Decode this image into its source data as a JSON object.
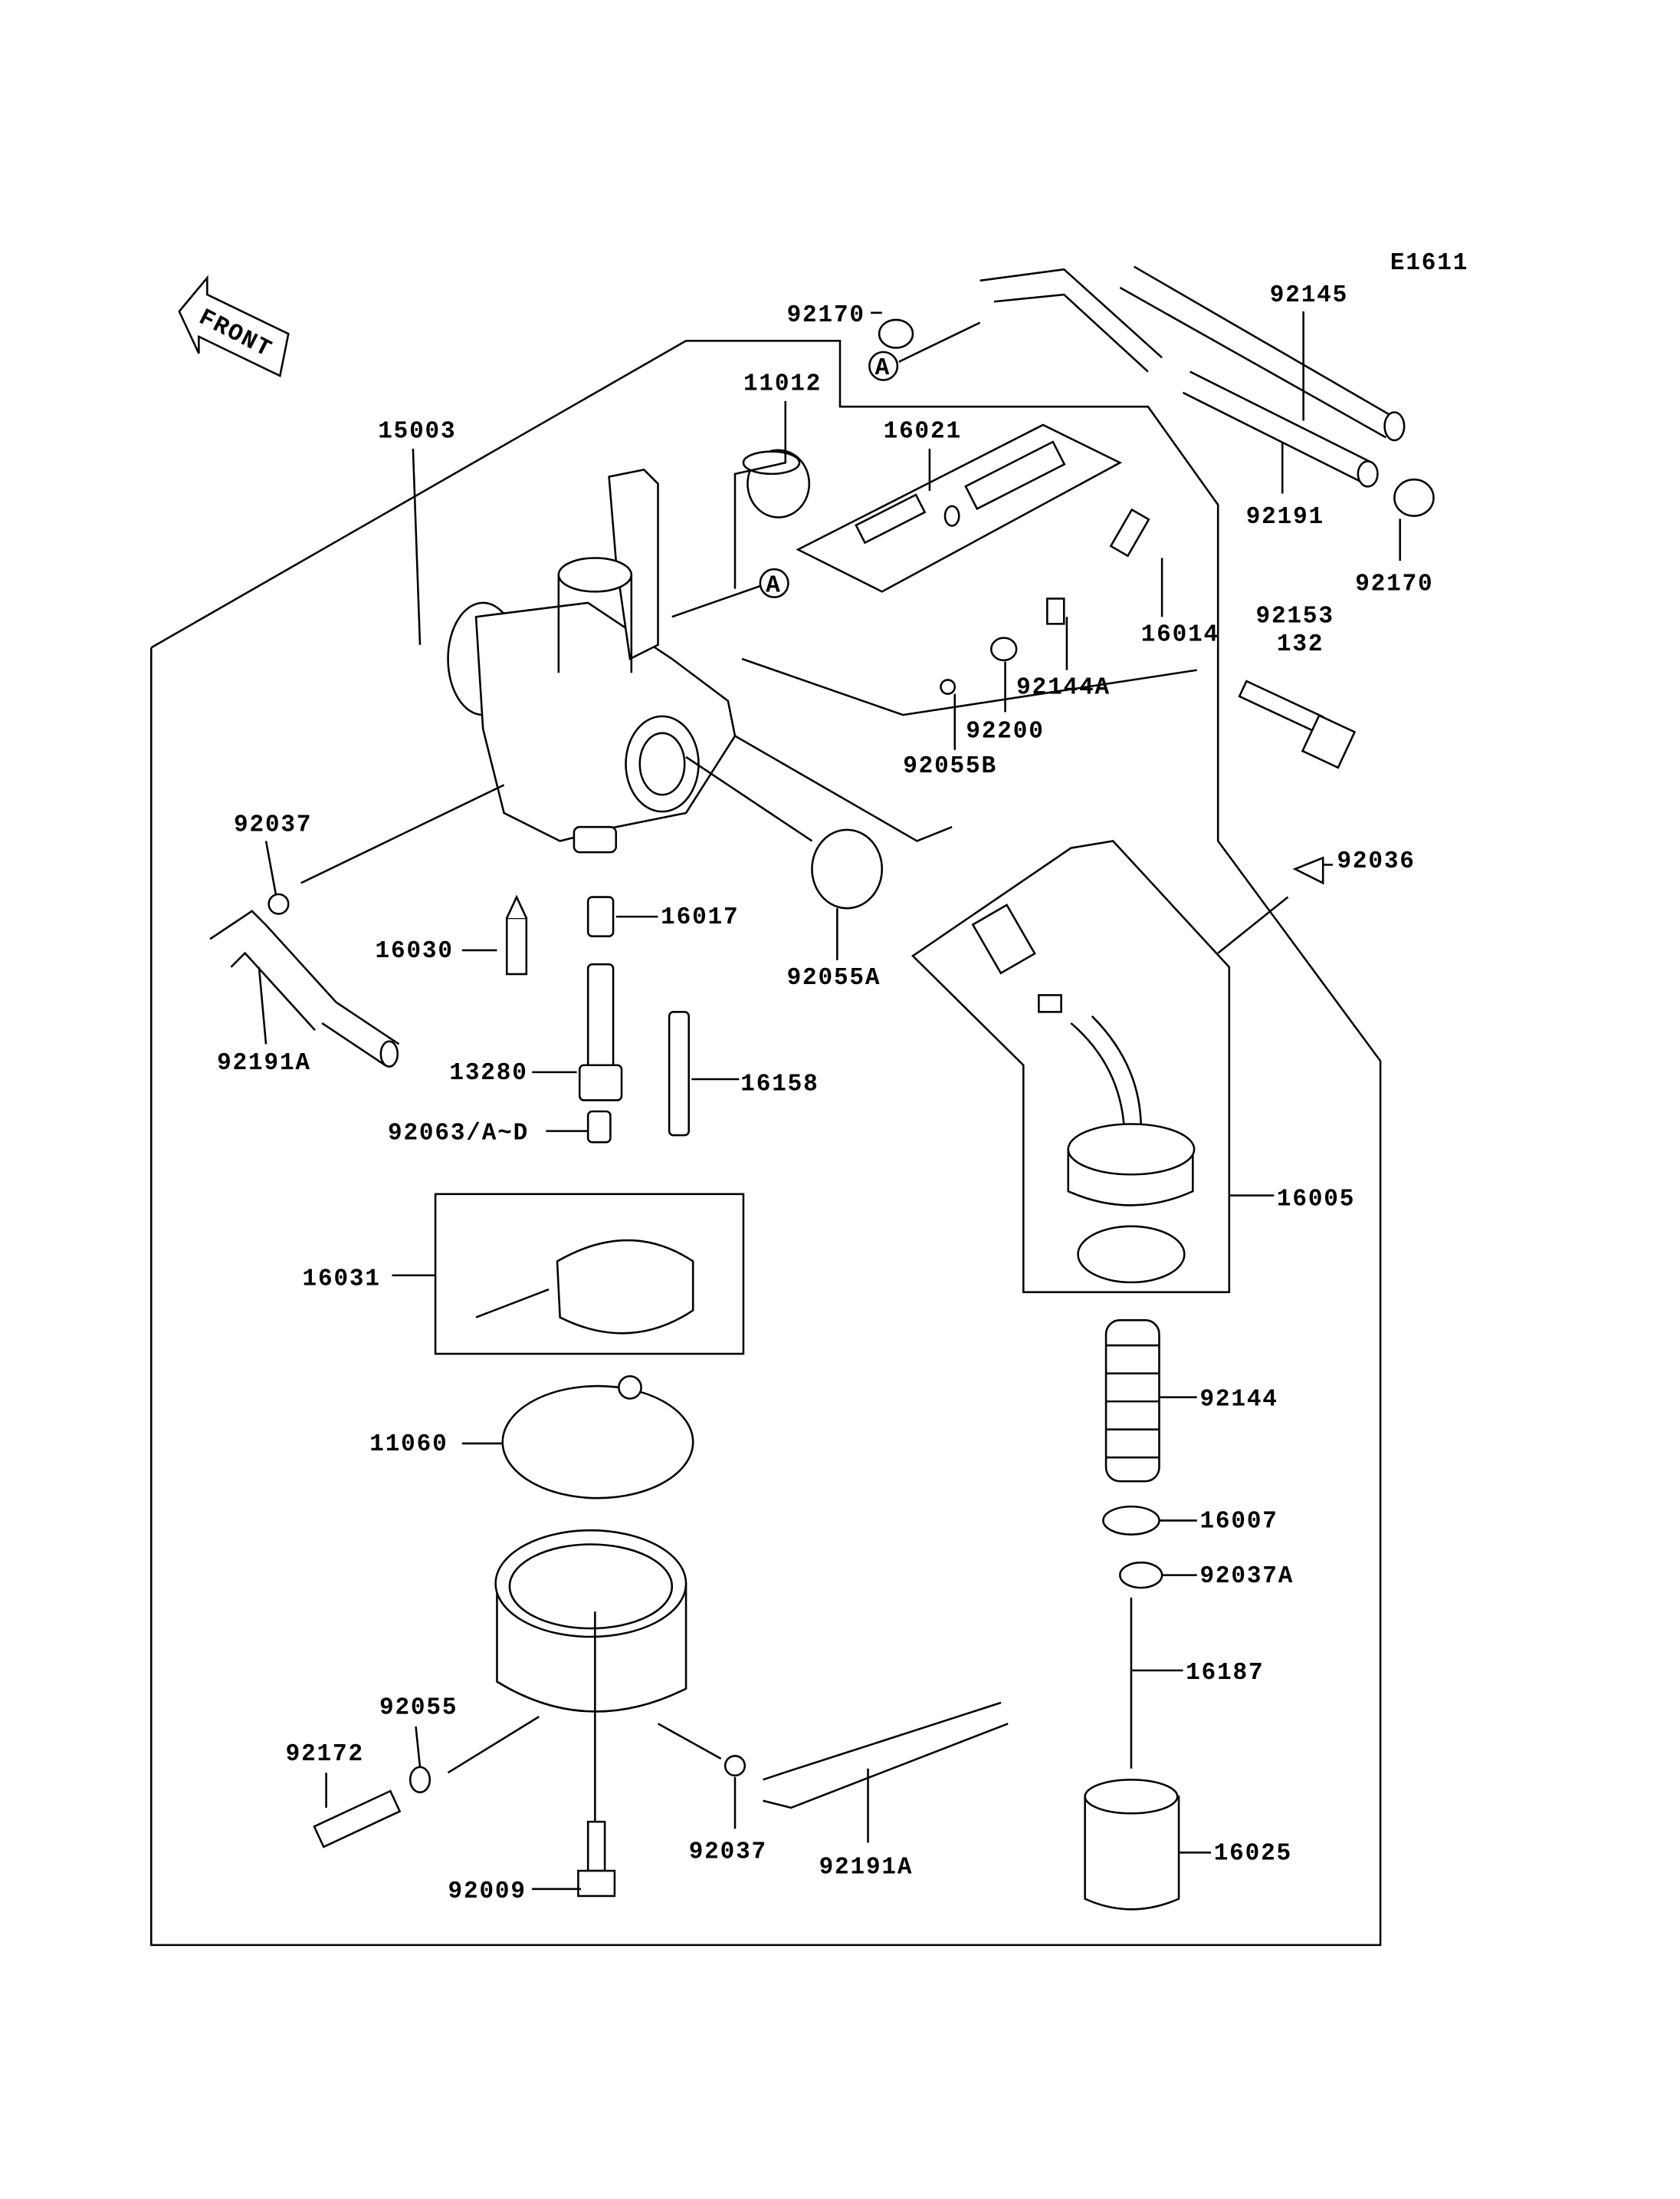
{
  "diagram": {
    "code": "E1611",
    "front_label": "FRONT",
    "ref_marker": "A",
    "parts": {
      "p92145": "92145",
      "p92170_top": "92170",
      "p11012": "11012",
      "p15003": "15003",
      "p16021": "16021",
      "p92191": "92191",
      "p92170_right": "92170",
      "p16014": "16014",
      "p92153": "92153",
      "p132": "132",
      "p92144A": "92144A",
      "p92200": "92200",
      "p92055B": "92055B",
      "p92036": "92036",
      "p92037_top": "92037",
      "p16017": "16017",
      "p16030": "16030",
      "p92055A": "92055A",
      "p92191A_top": "92191A",
      "p13280": "13280",
      "p16158": "16158",
      "p92063": "92063/A~D",
      "p16005": "16005",
      "p16031": "16031",
      "p92144": "92144",
      "p11060": "11060",
      "p16007": "16007",
      "p92037A": "92037A",
      "p16187": "16187",
      "p92055": "92055",
      "p92172": "92172",
      "p92037_bottom": "92037",
      "p92191A_bottom": "92191A",
      "p16025": "16025",
      "p92009": "92009"
    }
  }
}
